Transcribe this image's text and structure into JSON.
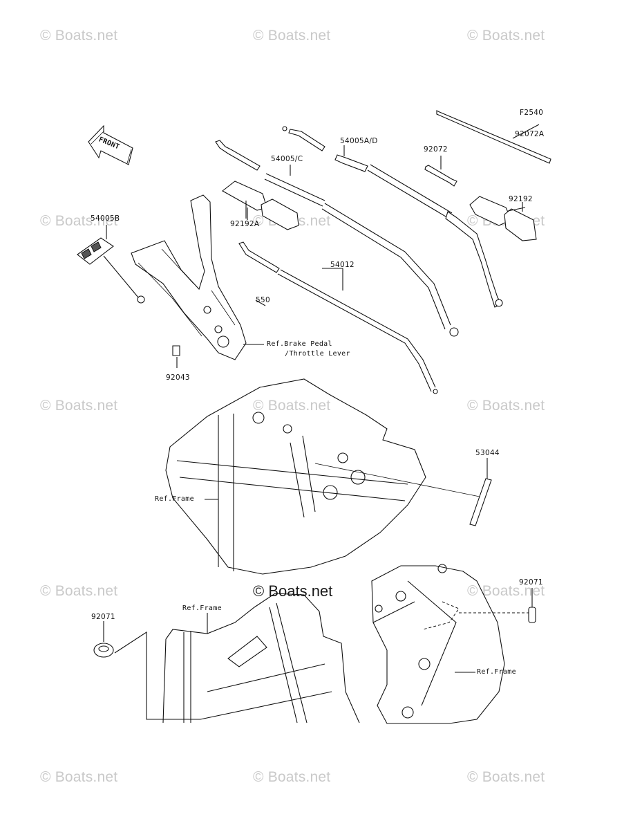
{
  "diagram_code": "F2540",
  "watermarks": {
    "text": "© Boats.net",
    "center_text": "© Boats.net"
  },
  "part_labels": {
    "p54005B": "54005B",
    "p54005C": "54005/C",
    "p54005AD": "54005A/D",
    "p92072": "92072",
    "p92072A": "92072A",
    "p92192A": "92192A",
    "p92192": "92192",
    "p54012": "54012",
    "p550": "550",
    "p92043": "92043",
    "p53044": "53044",
    "p92071_left": "92071",
    "p92071_right": "92071"
  },
  "ref_labels": {
    "brake_pedal": "Ref.Brake Pedal",
    "throttle_lever": "/Throttle Lever",
    "frame_mid": "Ref.Frame",
    "frame_bottom_left": "Ref.Frame",
    "frame_bottom_right": "Ref.Frame"
  },
  "front_arrow": "FRONT"
}
